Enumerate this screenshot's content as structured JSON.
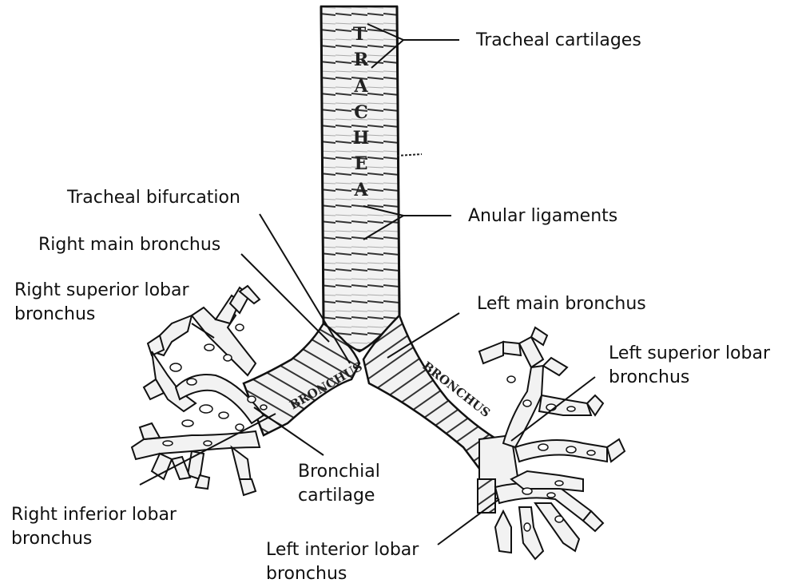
{
  "colors": {
    "ink": "#111111",
    "tissue": "#f2f2f2",
    "shade": "#c9c9c9"
  },
  "illustration": {
    "trachea_text": "TRACHEA",
    "bronchus_text": "BRONCHUS"
  },
  "labels": {
    "tracheal_cartilages": "Tracheal cartilages",
    "tracheal_bifurcation": "Tracheal bifurcation",
    "anular_ligaments": "Anular ligaments",
    "right_main_bronchus": "Right main bronchus",
    "right_superior_lobar": [
      "Right superior lobar",
      "bronchus"
    ],
    "left_main_bronchus": "Left main bronchus",
    "left_superior_lobar": [
      "Left superior lobar",
      "bronchus"
    ],
    "bronchial_cartilage": [
      "Bronchial",
      "cartilage"
    ],
    "right_inferior_lobar": [
      "Right inferior lobar",
      "bronchus"
    ],
    "left_interior_lobar": [
      "Left interior lobar",
      "bronchus"
    ]
  }
}
